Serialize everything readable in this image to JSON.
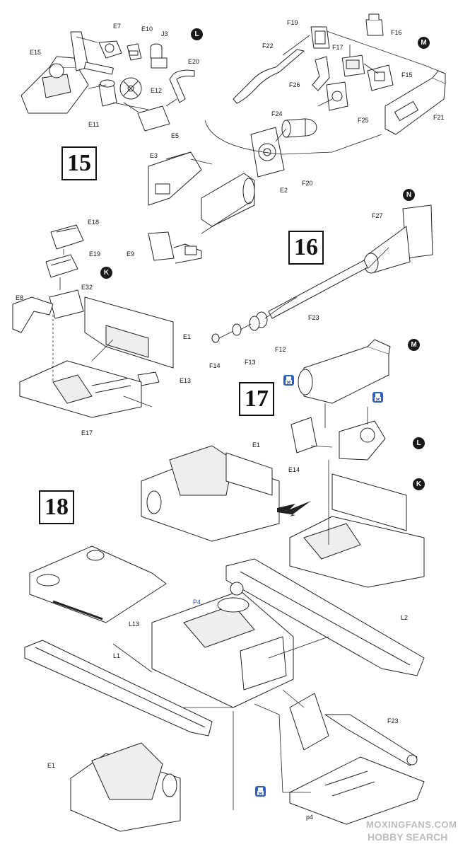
{
  "steps": {
    "s15": "15",
    "s16": "16",
    "s17": "17",
    "s18": "18"
  },
  "badges": {
    "L1": "L",
    "M1": "M",
    "K1": "K",
    "N1": "N",
    "M2": "M",
    "L2": "L",
    "K2": "K"
  },
  "labels": {
    "E7": "E7",
    "E10": "E10",
    "J3": "J3",
    "E15": "E15",
    "E20": "E20",
    "E12": "E12",
    "E11": "E11",
    "E5": "E5",
    "F19": "F19",
    "F16": "F16",
    "F22": "F22",
    "F17": "F17",
    "F15": "F15",
    "F26": "F26",
    "F21": "F21",
    "F24": "F24",
    "F25": "F25",
    "F20": "F20",
    "E3": "E3",
    "E2": "E2",
    "E9": "E9",
    "E18": "E18",
    "E19": "E19",
    "E32": "E32",
    "E8": "E8",
    "E1a": "E1",
    "E13": "E13",
    "E17": "E17",
    "F27": "F27",
    "F23a": "F23",
    "F12": "F12",
    "F13": "F13",
    "F14": "F14",
    "E1b": "E1",
    "E14": "E14",
    "P4": "P4",
    "L13": "L13",
    "L2": "L2",
    "L1": "L1",
    "F23b": "F23",
    "E1c": "E1",
    "p4": "p4"
  },
  "watermark": {
    "line1": "MOXINGFANS.COM",
    "line2": "HOBBY SEARCH"
  },
  "colors": {
    "ink": "#111111",
    "paint_icon": "#2f5fc4",
    "part_ref": "#2b55b8",
    "watermark": "#bdbdbd"
  }
}
